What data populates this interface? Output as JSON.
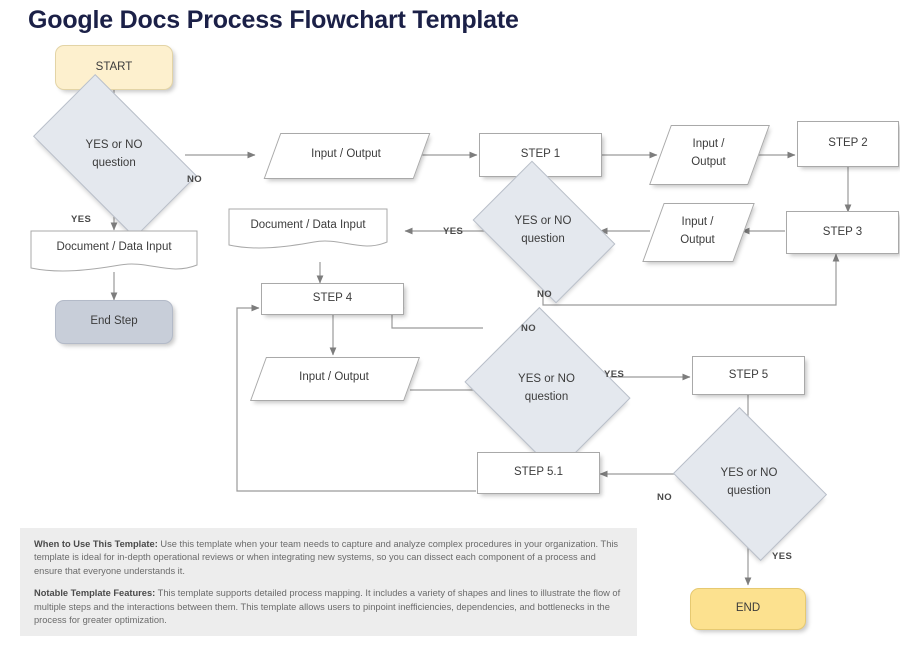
{
  "title": "Google Docs Process Flowchart Template",
  "colors": {
    "title": "#1b2047",
    "start_fill": "#fdf0ce",
    "end_fill": "#fce18f",
    "end_step_fill": "#c8ced9",
    "decision_fill": "#e4e8ee",
    "process_fill": "#ffffff",
    "notes_bg": "#ededed",
    "line": "#8c8c8c"
  },
  "nodes": {
    "start": "START",
    "decision1_line1": "YES or NO",
    "decision1_line2": "question",
    "document1": "Document / Data Input",
    "end_step": "End Step",
    "io1": "Input / Output",
    "step1": "STEP 1",
    "io2_line1": "Input /",
    "io2_line2": "Output",
    "step2": "STEP 2",
    "step3": "STEP 3",
    "io3_line1": "Input /",
    "io3_line2": "Output",
    "decision2_line1": "YES or NO",
    "decision2_line2": "question",
    "document2": "Document / Data Input",
    "step4": "STEP 4",
    "io4": "Input / Output",
    "decision3_line1": "YES or NO",
    "decision3_line2": "question",
    "step5": "STEP 5",
    "step51": "STEP 5.1",
    "decision4_line1": "YES or NO",
    "decision4_line2": "question",
    "end": "END"
  },
  "edge_labels": {
    "no1": "NO",
    "yes1": "YES",
    "yes2": "YES",
    "no2": "NO",
    "no3": "NO",
    "yes3": "YES",
    "no4": "NO",
    "yes4": "YES"
  },
  "notes": {
    "p1_label": "When to Use This Template:",
    "p1_text": " Use this template when your team needs to capture and analyze complex procedures in your organization. This template is ideal for in-depth operational reviews or when integrating new systems, so you can dissect each component of a process and ensure that everyone understands it.",
    "p2_label": "Notable Template Features:",
    "p2_text": " This template supports detailed process mapping. It includes a variety of shapes and lines to illustrate the flow of multiple steps and the interactions between them. This template allows users to pinpoint inefficiencies, dependencies, and bottlenecks in the process for greater optimization."
  }
}
